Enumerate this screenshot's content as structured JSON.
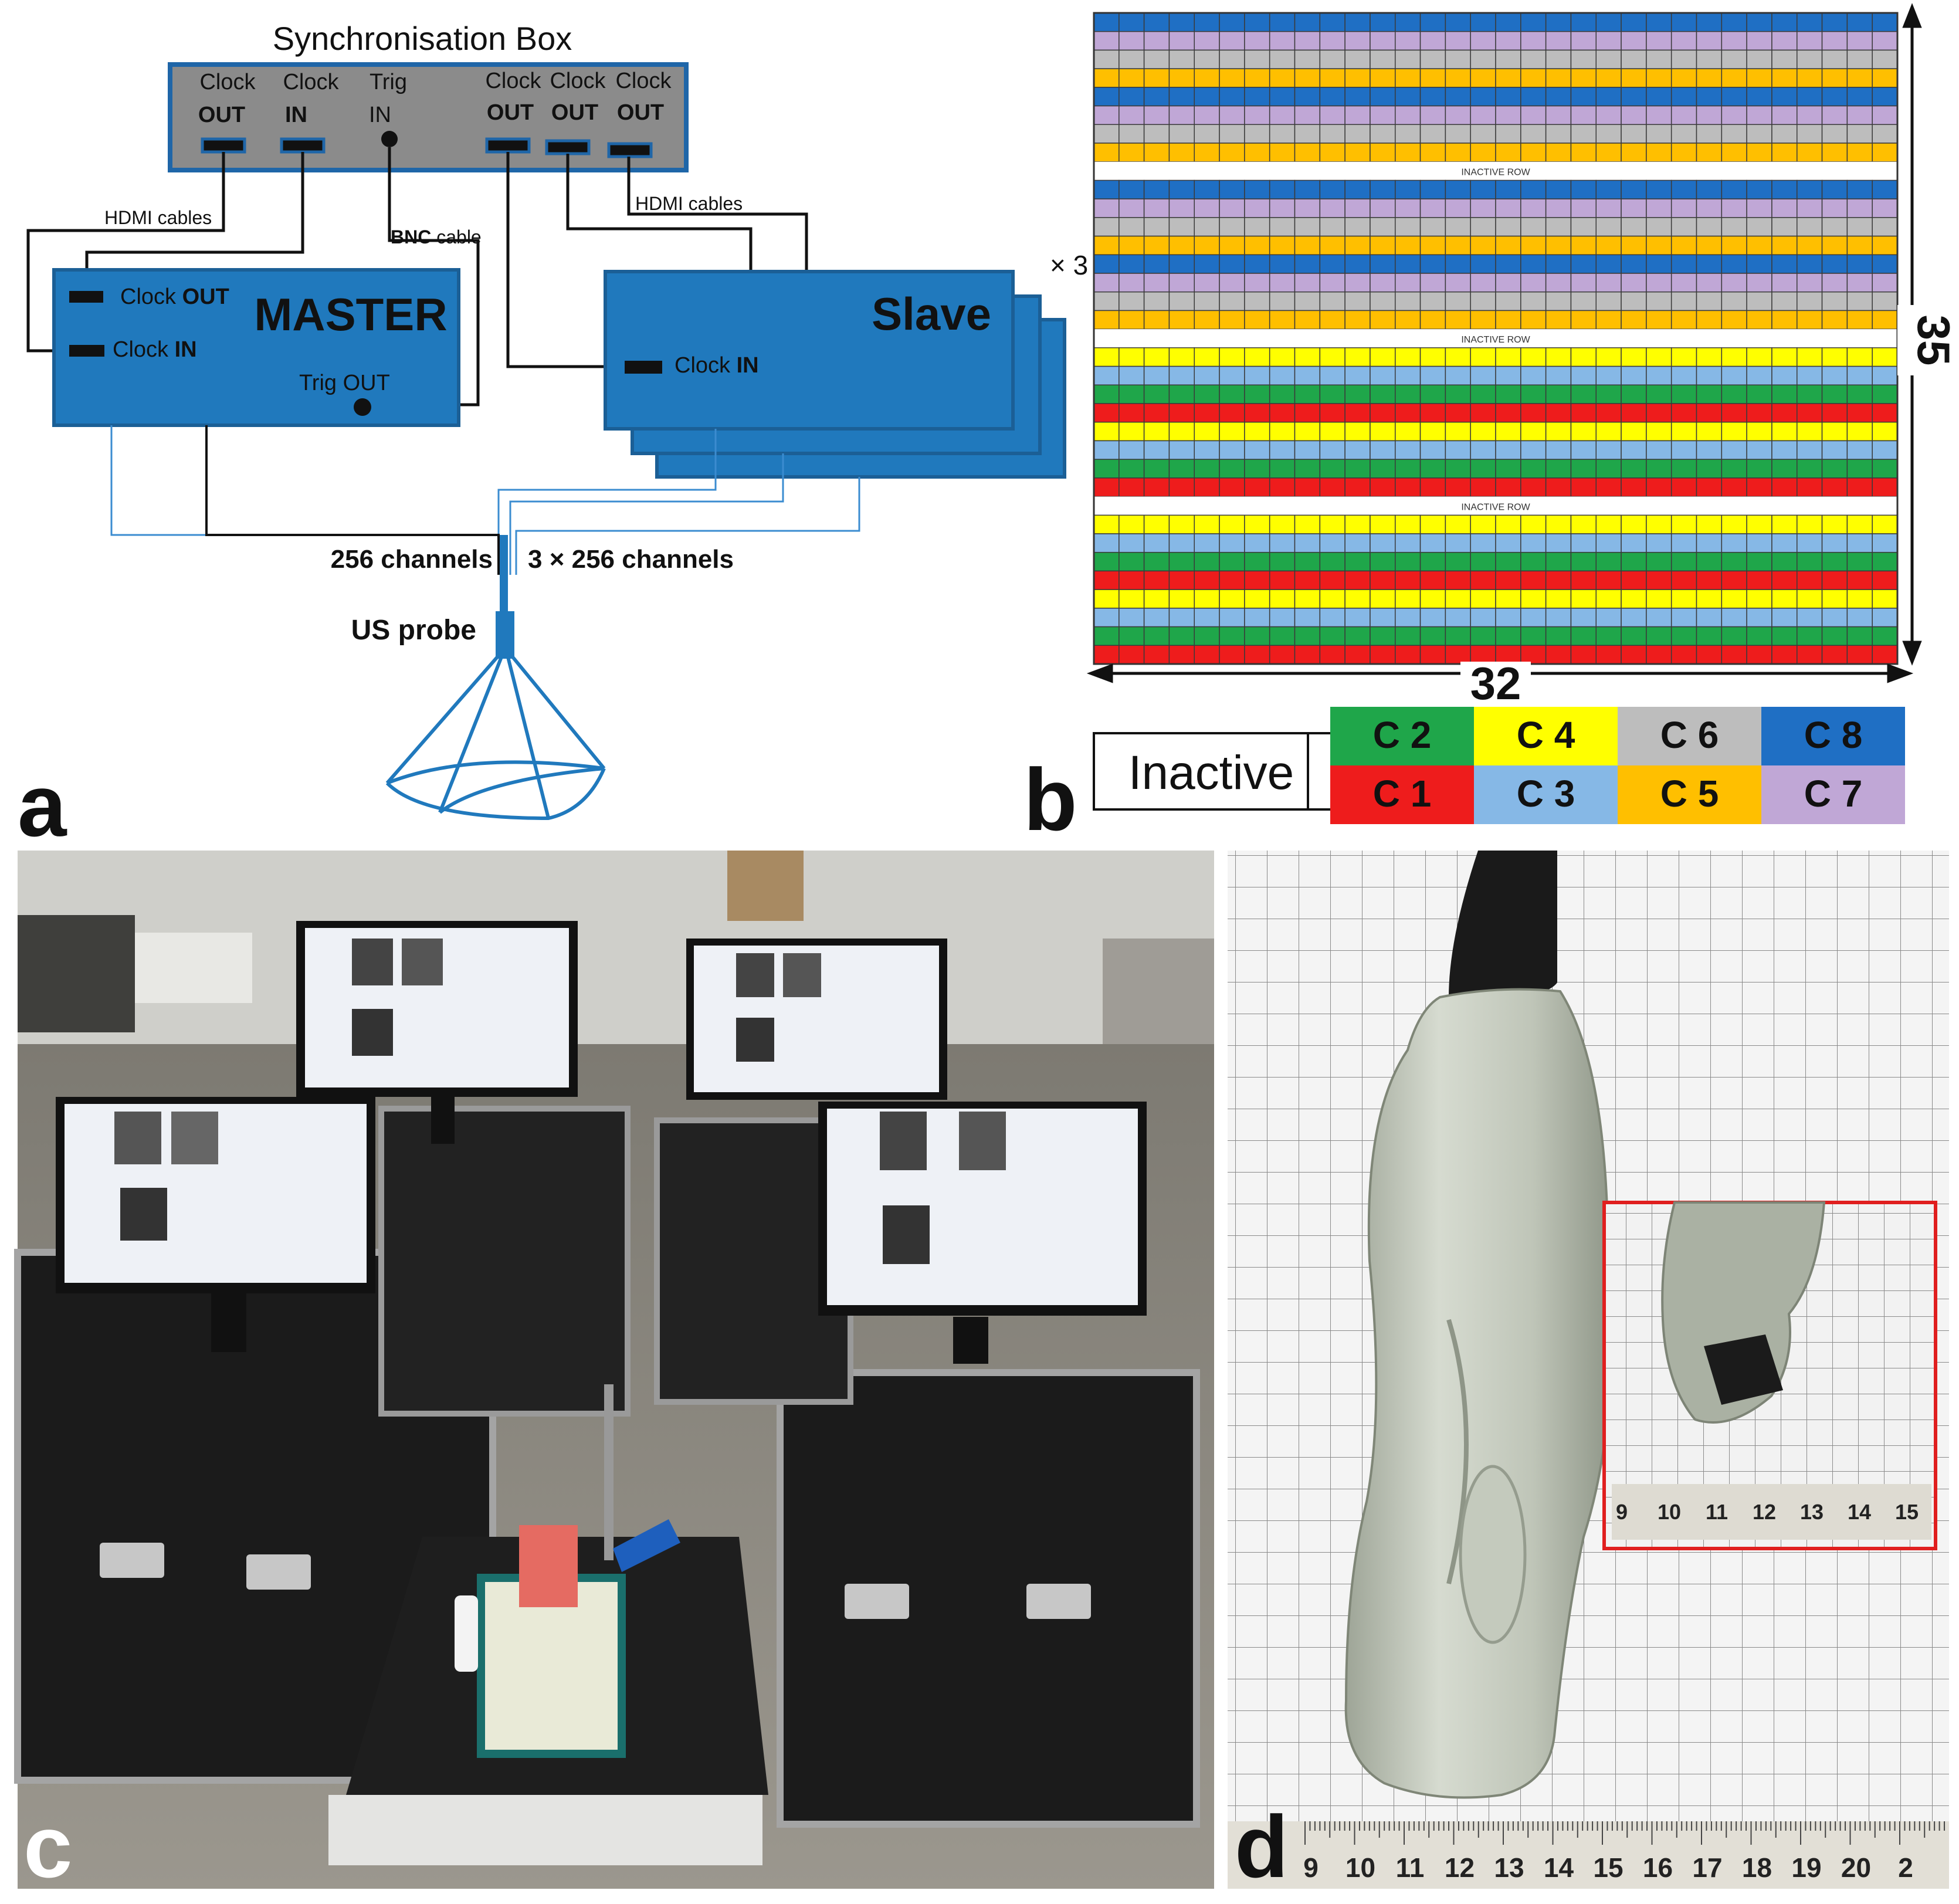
{
  "panel_a": {
    "letter": "a",
    "sync_box": {
      "title": "Synchronisation Box",
      "ports": [
        {
          "line1": "Clock",
          "line2": "OUT"
        },
        {
          "line1": "Clock",
          "line2": "IN"
        },
        {
          "line1": "Trig",
          "line2": "IN"
        },
        {
          "line1": "Clock",
          "line2": "OUT"
        },
        {
          "line1": "Clock",
          "line2": "OUT"
        },
        {
          "line1": "Clock",
          "line2": "OUT"
        }
      ]
    },
    "cables": {
      "hdmi_left": "HDMI cables",
      "hdmi_right": "HDMI cables",
      "bnc_bold": "BNC",
      "bnc_rest": " cable"
    },
    "master": {
      "title": "MASTER",
      "clock_out": "Clock ",
      "clock_out_bold": "OUT",
      "clock_in": "Clock ",
      "clock_in_bold": "IN",
      "trig_out": "Trig OUT"
    },
    "slave": {
      "title": "Slave",
      "multiplier": "× 3",
      "clock_in": "Clock ",
      "clock_in_bold": "IN"
    },
    "channels_left": "256 channels",
    "channels_right": "3 × 256 channels",
    "probe_label": "US probe"
  },
  "panel_b": {
    "letter": "b",
    "inactive_row_label": "INACTIVE ROW",
    "width_label": "32",
    "height_label": "35",
    "columns": 32,
    "rows": 35,
    "row_pattern": [
      "C8",
      "C7",
      "C6",
      "C5",
      "C8",
      "C7",
      "C6",
      "C5",
      "INACTIVE",
      "C8",
      "C7",
      "C6",
      "C5",
      "C8",
      "C7",
      "C6",
      "C5",
      "INACTIVE",
      "C4",
      "C3",
      "C2",
      "C1",
      "C4",
      "C3",
      "C2",
      "C1",
      "INACTIVE",
      "C4",
      "C3",
      "C2",
      "C1",
      "C4",
      "C3",
      "C2",
      "C1"
    ],
    "legend": {
      "inactive": "Inactive",
      "items": [
        {
          "key": "C2",
          "label": "C 2",
          "color": "#1fa64a"
        },
        {
          "key": "C4",
          "label": "C 4",
          "color": "#ffff00"
        },
        {
          "key": "C6",
          "label": "C 6",
          "color": "#bdbdbd"
        },
        {
          "key": "C8",
          "label": "C 8",
          "color": "#1f6fc4"
        },
        {
          "key": "C1",
          "label": "C 1",
          "color": "#ee1c1c"
        },
        {
          "key": "C3",
          "label": "C 3",
          "color": "#86b8e6"
        },
        {
          "key": "C5",
          "label": "C 5",
          "color": "#ffbf00"
        },
        {
          "key": "C7",
          "label": "C 7",
          "color": "#c0a7d6"
        }
      ]
    }
  },
  "panel_c": {
    "letter": "c"
  },
  "panel_d": {
    "letter": "d",
    "ruler_main_labels": [
      "9",
      "10",
      "11",
      "12",
      "13",
      "14",
      "15",
      "16",
      "17",
      "18",
      "19",
      "20",
      "2"
    ],
    "ruler_inset_labels": [
      "9",
      "10",
      "11",
      "12",
      "13",
      "14",
      "15"
    ]
  }
}
